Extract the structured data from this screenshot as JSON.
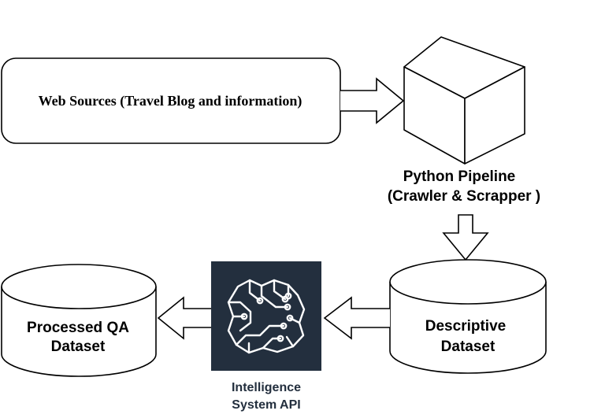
{
  "nodes": {
    "web_sources": {
      "label": "Web Sources (Travel Blog and information)"
    },
    "python_pipeline": {
      "label_line1": "Python Pipeline",
      "label_line2": "(Crawler & Scrapper )"
    },
    "descriptive_dataset": {
      "label_line1": "Descriptive",
      "label_line2": "Dataset"
    },
    "intelligence_api": {
      "label_line1": "Intelligence",
      "label_line2": "System API",
      "icon": "brain-circuit-icon"
    },
    "processed_qa": {
      "label_line1": "Processed QA",
      "label_line2": "Dataset"
    }
  },
  "colors": {
    "stroke": "#000000",
    "api_box_fill": "#232f3e",
    "api_label": "#232f3e",
    "icon_stroke": "#ffffff"
  }
}
